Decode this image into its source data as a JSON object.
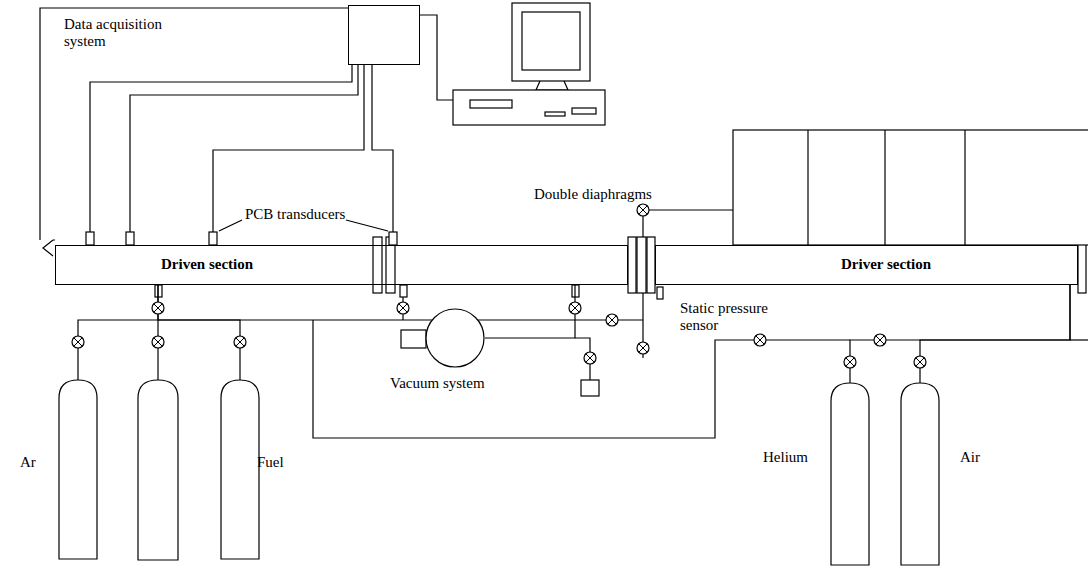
{
  "diagram": {
    "nodes": [
      {
        "text": [
          "Data acquisition system"
        ]
      },
      {
        "text": [
          "Driven section"
        ]
      },
      {
        "text": [
          "Driver section"
        ]
      },
      {
        "text": [
          "Vacuum system"
        ]
      },
      {
        "text": [
          "Ar"
        ]
      },
      {
        "text": [
          "Fuel"
        ]
      },
      {
        "text": [
          "Helium"
        ]
      },
      {
        "text": [
          "Air"
        ]
      }
    ],
    "edges": [
      {
        "from": 0,
        "to": 1,
        "arrow": "none"
      },
      {
        "from": 0,
        "to": 1,
        "arrow": "none"
      },
      {
        "from": 0,
        "to": 1,
        "arrow": "none"
      },
      {
        "from": 0,
        "to": 1,
        "arrow": "none"
      },
      {
        "from": 0,
        "to": 1,
        "arrow": "none"
      },
      {
        "from": 4,
        "to": 1,
        "arrow": "none"
      },
      {
        "from": 5,
        "to": 1,
        "arrow": "none"
      },
      {
        "from": 3,
        "to": 1,
        "arrow": "none"
      },
      {
        "from": 6,
        "to": 2,
        "arrow": "none"
      },
      {
        "from": 7,
        "to": 2,
        "arrow": "none"
      }
    ],
    "labels": [
      "PCB transducers",
      "Double diaphragms",
      "Static pressure sensor"
    ]
  }
}
